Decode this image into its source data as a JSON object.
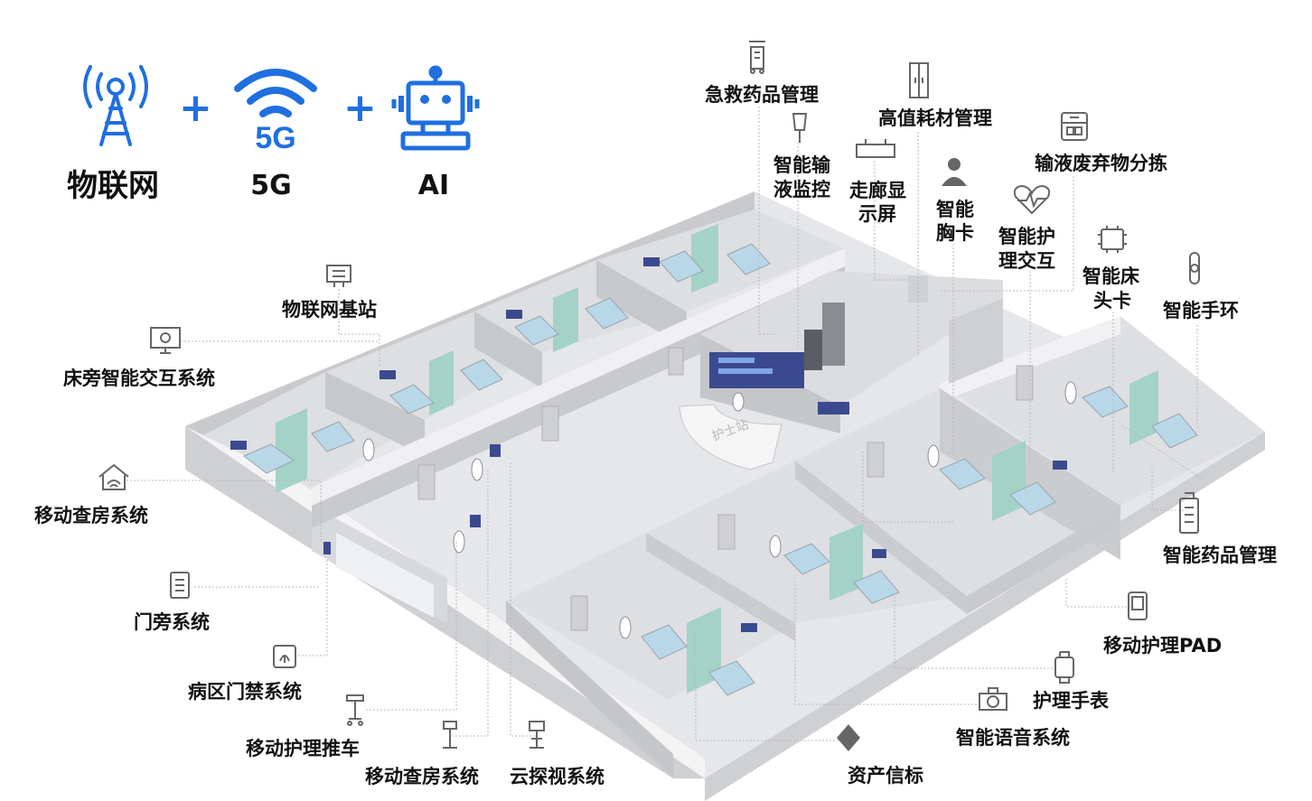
{
  "header": {
    "items": [
      {
        "label": "物联网",
        "icon": "cell-tower-icon"
      },
      {
        "label": "5G",
        "icon": "wifi-5g-icon",
        "badge": "5G"
      },
      {
        "label": "AI",
        "icon": "robot-icon"
      }
    ],
    "plus": "+",
    "accent": "#1f6fe0"
  },
  "diagram": {
    "nurse_station_sign": "护士站",
    "labels": {
      "emergency_drug": "急救药品管理",
      "high_value": "高值耗材管理",
      "infusion_monitor_1": "智能输",
      "infusion_monitor_2": "液监控",
      "corridor_display_1": "走廊显",
      "corridor_display_2": "示屏",
      "infusion_waste": "输液废弃物分拣",
      "chest_card_1": "智能",
      "chest_card_2": "胸卡",
      "nursing_interact_1": "智能护",
      "nursing_interact_2": "理交互",
      "bed_card_1": "智能床",
      "bed_card_2": "头卡",
      "bracelet": "智能手环",
      "iot_base": "物联网基站",
      "bedside": "床旁智能交互系统",
      "mobile_rounds_left": "移动查房系统",
      "door_side": "门旁系统",
      "ward_access": "病区门禁系统",
      "nursing_cart": "移动护理推车",
      "mobile_rounds_bottom": "移动查房系统",
      "cloud_visit": "云探视系统",
      "asset_beacon": "资产信标",
      "voice_system": "智能语音系统",
      "nursing_watch": "护理手表",
      "mobile_pad": "移动护理PAD",
      "smart_drug": "智能药品管理"
    },
    "colors": {
      "floor": "#e6e7ea",
      "wall_top": "#f7f7f8",
      "wall_side": "#c9cacd",
      "curtain": "#9fd1c5",
      "bed": "#b8d8ea",
      "screen": "#3b4a8f",
      "leader": "#b8b8b8"
    }
  }
}
